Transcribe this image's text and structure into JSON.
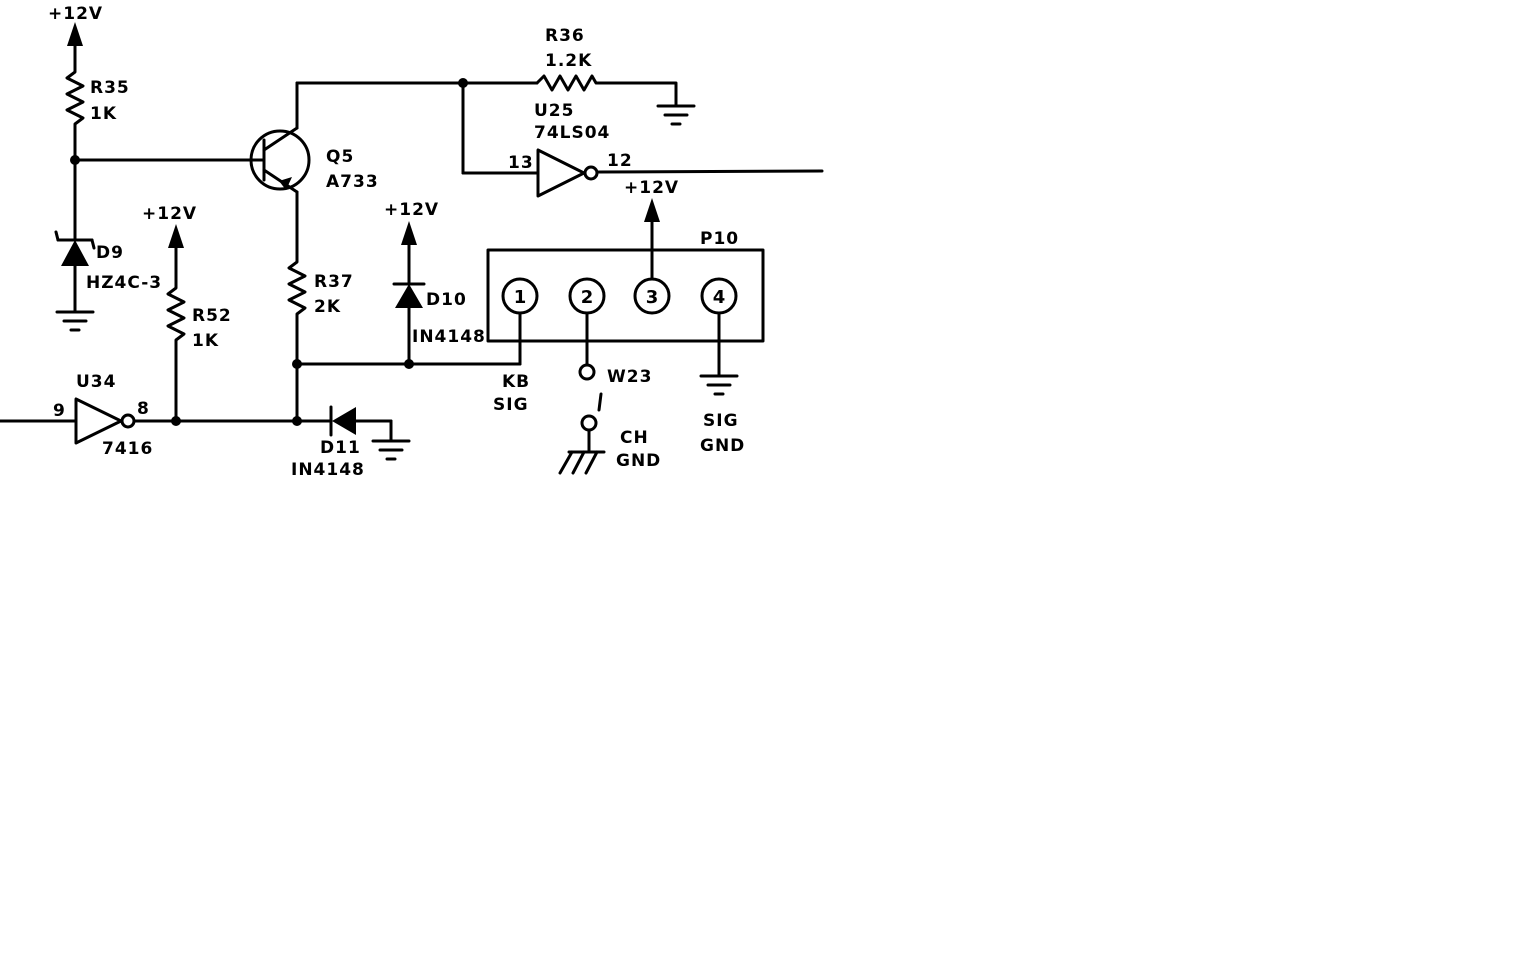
{
  "labels": {
    "supply_r35": "+12V",
    "r35_ref": "R35",
    "r35_val": "1K",
    "d9_ref": "D9",
    "d9_val": "HZ4C-3",
    "supply_r52": "+12V",
    "r52_ref": "R52",
    "r52_val": "1K",
    "u34_ref": "U34",
    "u34_in_pin": "9",
    "u34_out_pin": "8",
    "u34_type": "7416",
    "q5_ref": "Q5",
    "q5_val": "A733",
    "r36_ref": "R36",
    "r36_val": "1.2K",
    "u25_ref": "U25",
    "u25_type": "74LS04",
    "u25_in_pin": "13",
    "u25_out_pin": "12",
    "supply_p10": "+12V",
    "p10_ref": "P10",
    "supply_d10": "+12V",
    "r37_ref": "R37",
    "r37_val": "2K",
    "d10_ref": "D10",
    "d10_val": "IN4148",
    "d11_ref": "D11",
    "d11_val": "IN4148",
    "kb_sig_1": "KB",
    "kb_sig_2": "SIG",
    "w23_ref": "W23",
    "ch_gnd_1": "CH",
    "ch_gnd_2": "GND",
    "sig_gnd_1": "SIG",
    "sig_gnd_2": "GND"
  },
  "connector_pins": [
    "1",
    "2",
    "3",
    "4"
  ]
}
